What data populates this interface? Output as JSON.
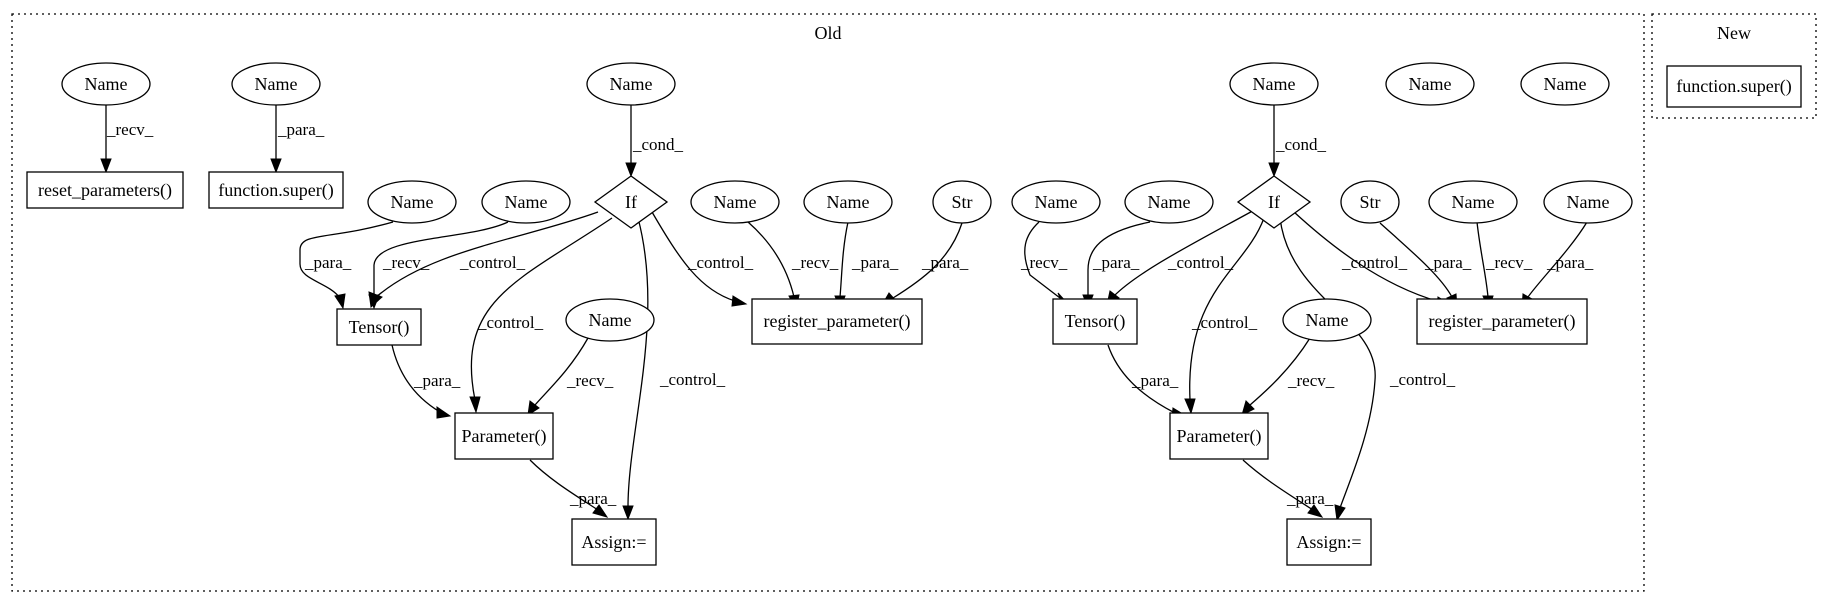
{
  "clusters": {
    "old": {
      "label": "Old"
    },
    "new": {
      "label": "New"
    }
  },
  "nodes": {
    "name_recv_reset": "Name",
    "reset_parameters": "reset_parameters()",
    "name_para_super": "Name",
    "super_old": "function.super()",
    "name_cond_l": "Name",
    "if_l": "If",
    "name_para_tensor_l": "Name",
    "name_recv_tensor_l": "Name",
    "tensor_l": "Tensor()",
    "name_recv_param_l": "Name",
    "parameter_l": "Parameter()",
    "assign_l": "Assign:=",
    "name_recv_reg_l": "Name",
    "name_para_reg_l": "Name",
    "str_l": "Str",
    "register_l": "register_parameter()",
    "name_cond_r": "Name",
    "name_iso_1": "Name",
    "name_iso_2": "Name",
    "if_r": "If",
    "name_recv_tensor_r": "Name",
    "name_para_tensor_r": "Name",
    "tensor_r": "Tensor()",
    "name_recv_param_r": "Name",
    "parameter_r": "Parameter()",
    "assign_r": "Assign:=",
    "str_r": "Str",
    "name_recv_reg_r": "Name",
    "name_para_reg_r": "Name",
    "register_r": "register_parameter()",
    "super_new": "function.super()"
  },
  "edge_labels": {
    "recv": "_recv_",
    "para": "_para_",
    "cond": "_cond_",
    "control": "_control_"
  }
}
